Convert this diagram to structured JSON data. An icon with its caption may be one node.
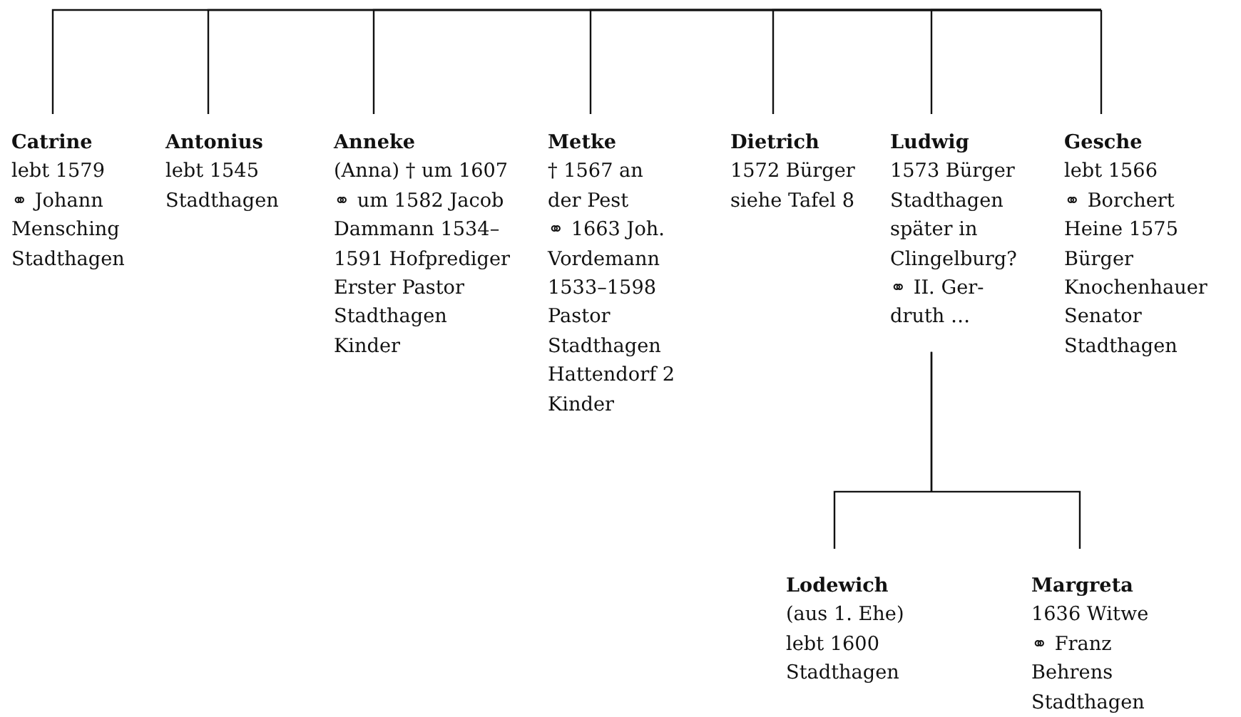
{
  "diagram": {
    "nodes": [
      {
        "text": [
          "Catrine",
          "lebt 1579 ⚭ Johann Mensching Stadthagen"
        ]
      },
      {
        "text": [
          "Antonius",
          "lebt 1545 Stadthagen"
        ]
      },
      {
        "text": [
          "Anneke",
          "(Anna) † um 1607 ⚭ um 1582 Jacob Dammann 1534–1591 Hofprediger Erster Pastor Stadthagen Kinder"
        ]
      },
      {
        "text": [
          "Metke",
          "† 1567 an der Pest ⚭ 1663 Joh. Vordemann 1533–1598 Pastor Stadthagen Hattendorf 2 Kinder"
        ]
      },
      {
        "text": [
          "Dietrich",
          "1572 Bürger siehe Tafel 8"
        ]
      },
      {
        "text": [
          "Ludwig",
          "1573 Bürger Stadthagen später in Clingelburg? ⚭ II. Ger- druth …"
        ]
      },
      {
        "text": [
          "Gesche",
          "lebt 1566 ⚭ Borchert Heine 1575 Bürger Knochenhauer Senator Stadthagen"
        ]
      },
      {
        "text": [
          "Lodewich",
          "(aus 1. Ehe) lebt 1600 Stadthagen"
        ]
      },
      {
        "text": [
          "Margreta",
          "1636 Witwe ⚭ Franz Behrens Stadthagen"
        ]
      }
    ],
    "edges": [
      {
        "from": null,
        "to": 0,
        "arrow": "none"
      },
      {
        "from": null,
        "to": 1,
        "arrow": "none"
      },
      {
        "from": null,
        "to": 2,
        "arrow": "none"
      },
      {
        "from": null,
        "to": 3,
        "arrow": "none"
      },
      {
        "from": null,
        "to": 4,
        "arrow": "none"
      },
      {
        "from": null,
        "to": 5,
        "arrow": "none"
      },
      {
        "from": null,
        "to": 6,
        "arrow": "none"
      },
      {
        "from": 5,
        "to": 7,
        "arrow": "none"
      },
      {
        "from": 5,
        "to": 8,
        "arrow": "none"
      }
    ]
  }
}
